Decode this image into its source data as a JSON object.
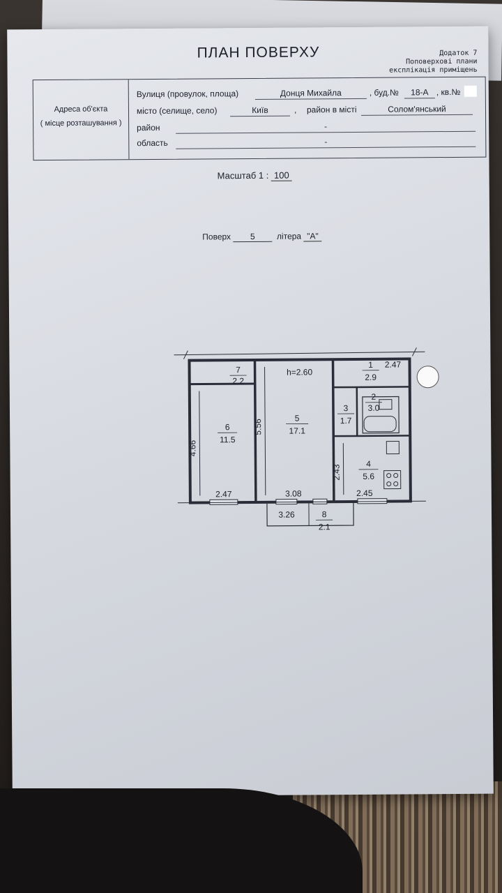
{
  "document": {
    "title": "ПЛАН ПОВЕРХУ",
    "appendix_lines": [
      "Додаток 7",
      "Поповерхові плани",
      "експлікація приміщень"
    ]
  },
  "address": {
    "block_label_line1": "Адреса об'єкта",
    "block_label_line2": "( місце розташування )",
    "street_label": "Вулиця (провулок, площа)",
    "street_value": "Донця Михайла",
    "building_label": ", буд.№",
    "building_value": "18-А",
    "apartment_label": ", кв.№",
    "city_label": "місто (селище, село)",
    "city_value": "Київ",
    "city_district_label": "район в місті",
    "city_district_value": "Солом'янський",
    "district_label": "район",
    "district_value": "-",
    "region_label": "область",
    "region_value": "-"
  },
  "scale": {
    "label": "Масштаб",
    "prefix": "1 :",
    "value": "100"
  },
  "floor": {
    "label": "Поверх",
    "value": "5",
    "letter_label": "літера",
    "letter_value": "\"А\""
  },
  "plan": {
    "ceiling_height": "h=2.60",
    "rooms": [
      {
        "num": "7",
        "area": "2.2"
      },
      {
        "num": "6",
        "area": "11.5"
      },
      {
        "num": "5",
        "area": "17.1"
      },
      {
        "num": "1",
        "area": "2.9"
      },
      {
        "num": "2",
        "area": "3.0"
      },
      {
        "num": "3",
        "area": "1.7"
      },
      {
        "num": "4",
        "area": "5.6"
      },
      {
        "num": "8",
        "area": "2.1"
      }
    ],
    "dimensions": {
      "corridor_w": "2.47",
      "room6_h": "4.66",
      "room5_h": "5.56",
      "kitchen_h": "2.43",
      "bottom_left": "2.47",
      "bottom_mid": "3.08",
      "bottom_right": "2.45",
      "balcony_w": "3.26"
    }
  }
}
